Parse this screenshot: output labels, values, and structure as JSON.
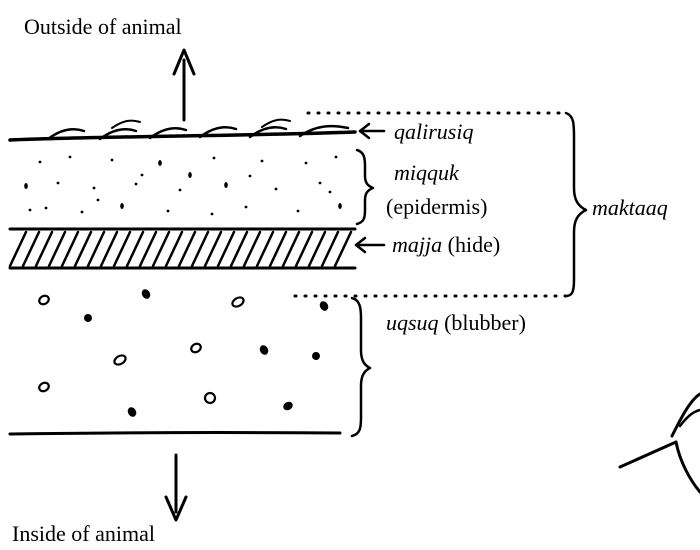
{
  "diagram": {
    "top_label": "Outside of animal",
    "bottom_label": "Inside of animal",
    "layers": [
      {
        "term": "qalirusiq",
        "gloss": ""
      },
      {
        "term": "miqquk",
        "gloss": "(epidermis)"
      },
      {
        "term": "majja",
        "gloss": "(hide)"
      },
      {
        "term": "uqsuq",
        "gloss": "(blubber)"
      }
    ],
    "group_label": "maktaaq"
  }
}
